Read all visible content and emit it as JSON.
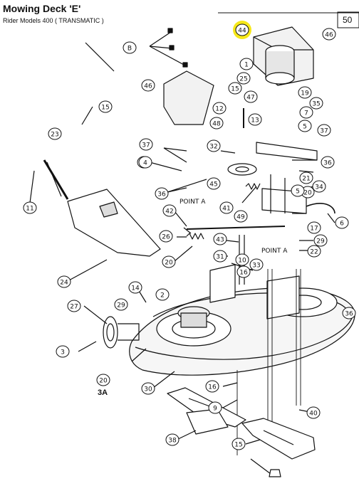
{
  "header": {
    "title": "Mowing Deck 'E'",
    "subtitle": "Rider Models 400 ( TRANSMATIC )",
    "page_number": "50"
  },
  "diagram": {
    "highlight_color": "#f5e600",
    "sub_label": "3A",
    "point_labels": [
      "POINT A",
      "POINT A"
    ],
    "callouts": [
      "44",
      "46",
      "B",
      "1",
      "25",
      "15",
      "47",
      "19",
      "35",
      "46",
      "12",
      "7",
      "5",
      "37",
      "23",
      "15",
      "48",
      "32",
      "37",
      "37",
      "36",
      "4",
      "13",
      "21",
      "20",
      "34",
      "36",
      "45",
      "5",
      "42",
      "41",
      "49",
      "6",
      "17",
      "11",
      "26",
      "29",
      "43",
      "22",
      "31",
      "20",
      "10",
      "24",
      "16",
      "33",
      "14",
      "27",
      "29",
      "2",
      "36",
      "3",
      "20",
      "30",
      "16",
      "9",
      "40",
      "38",
      "15"
    ]
  }
}
